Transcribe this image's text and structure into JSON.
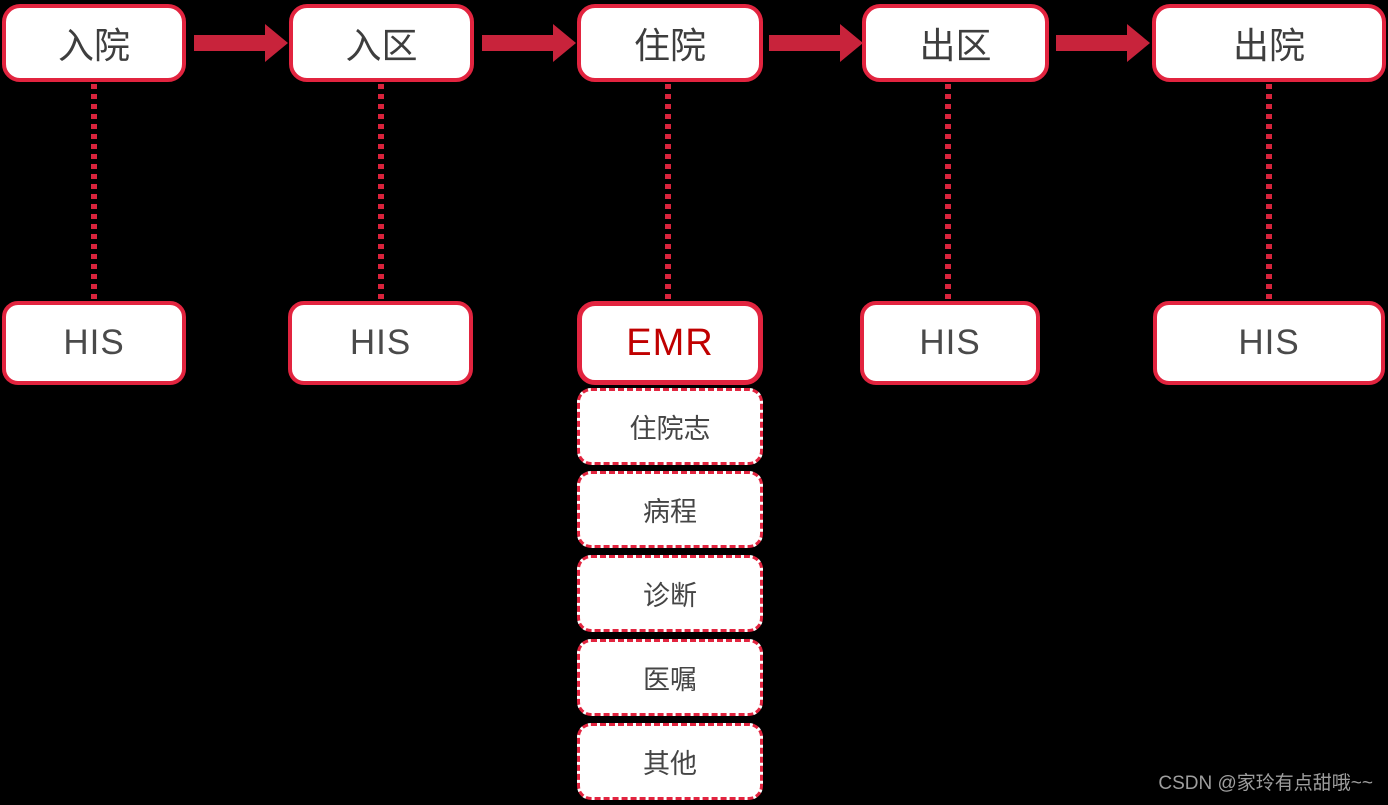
{
  "colors": {
    "background": "#000000",
    "box_border": "#E2243F",
    "arrow": "#C8233B",
    "dot_line": "#D9233C",
    "box_text": "#3E3E3E",
    "his_text": "#4A4A4A",
    "emr_text": "#C00000",
    "sub_text": "#454545",
    "watermark": "#9E9E9E"
  },
  "chart_data": {
    "type": "flowchart",
    "flow_steps": [
      "入院",
      "入区",
      "住院",
      "出区",
      "出院"
    ],
    "system_mapping": [
      "HIS",
      "HIS",
      "EMR",
      "HIS",
      "HIS"
    ],
    "emr_items": [
      "住院志",
      "病程",
      "诊断",
      "医嘱",
      "其他"
    ]
  },
  "flow_steps": [
    {
      "label": "入院"
    },
    {
      "label": "入区"
    },
    {
      "label": "住院"
    },
    {
      "label": "出区"
    },
    {
      "label": "出院"
    }
  ],
  "systems": [
    {
      "label": "HIS"
    },
    {
      "label": "HIS"
    },
    {
      "label": "EMR",
      "highlight": true
    },
    {
      "label": "HIS"
    },
    {
      "label": "HIS"
    }
  ],
  "emr_items": [
    {
      "label": "住院志"
    },
    {
      "label": "病程"
    },
    {
      "label": "诊断"
    },
    {
      "label": "医嘱"
    },
    {
      "label": "其他"
    }
  ],
  "watermark": {
    "text": "CSDN @家玲有点甜哦~~"
  }
}
